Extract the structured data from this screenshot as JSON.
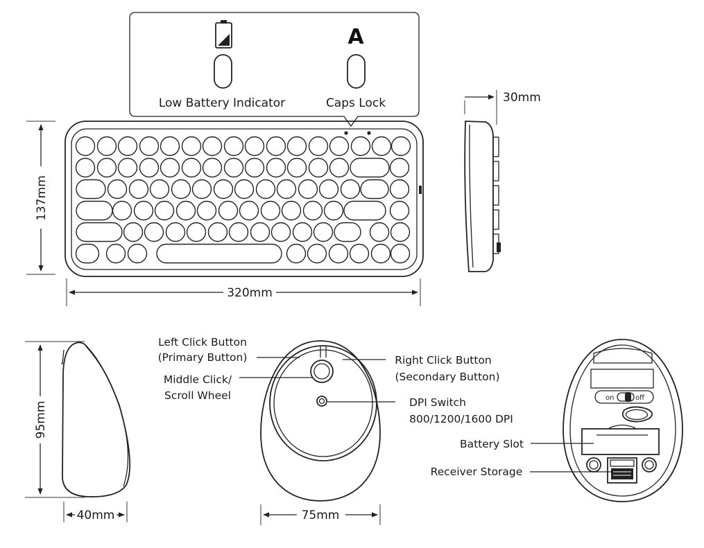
{
  "keyboard": {
    "callout": {
      "battery_label": "Low Battery Indicator",
      "caps_letter": "A",
      "caps_label": "Caps Lock"
    },
    "height_dim": "137mm",
    "width_dim": "320mm",
    "depth_dim": "30mm"
  },
  "mouse": {
    "height_dim": "95mm",
    "side_width_dim": "40mm",
    "top_width_dim": "75mm",
    "left_click_line1": "Left Click Button",
    "left_click_line2": "(Primary Button)",
    "middle_click_line1": "Middle Click/",
    "middle_click_line2": "Scroll Wheel",
    "right_click_line1": "Right Click Button",
    "right_click_line2": "(Secondary Button)",
    "dpi_line1": "DPI Switch",
    "dpi_line2": "800/1200/1600 DPI",
    "battery_slot": "Battery Slot",
    "receiver_storage": "Receiver Storage",
    "switch_on": "on",
    "switch_off": "off"
  }
}
